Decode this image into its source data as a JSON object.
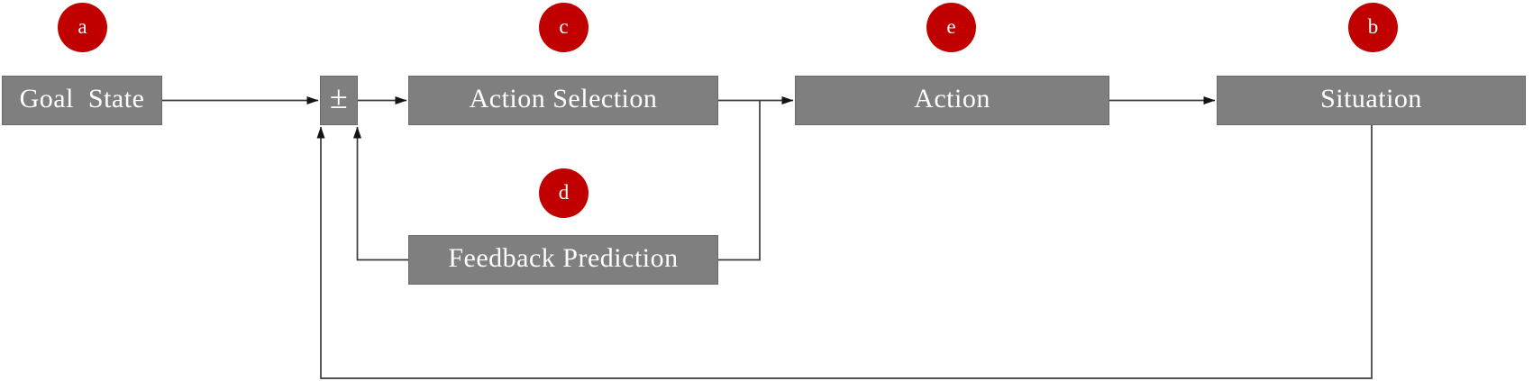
{
  "figure": {
    "type": "flowchart",
    "background_color": "#ffffff",
    "node_fill_color": "#7f7f7f",
    "node_border_color": "#6a6a6a",
    "node_text_color": "#ffffff",
    "marker_fill_color": "#c00000",
    "marker_text_color": "#ffffff",
    "connector_color": "#3c3c3c",
    "arrowhead_color": "#141414",
    "nodes": [
      {
        "id": "goal-state",
        "label": "Goal  State"
      },
      {
        "id": "comparator",
        "label": "±"
      },
      {
        "id": "action-selection",
        "label": "Action Selection"
      },
      {
        "id": "action",
        "label": "Action"
      },
      {
        "id": "situation",
        "label": "Situation"
      },
      {
        "id": "feedback-prediction",
        "label": "Feedback Prediction"
      }
    ],
    "markers": [
      {
        "letter": "a",
        "marks": "goal-state"
      },
      {
        "letter": "c",
        "marks": "action-selection"
      },
      {
        "letter": "e",
        "marks": "action"
      },
      {
        "letter": "b",
        "marks": "situation"
      },
      {
        "letter": "d",
        "marks": "feedback-prediction"
      }
    ],
    "edges": [
      {
        "from": "goal-state",
        "to": "comparator",
        "arrowhead": true
      },
      {
        "from": "comparator",
        "to": "action-selection",
        "arrowhead": true
      },
      {
        "from": "action-selection",
        "to": "action",
        "arrowhead": true
      },
      {
        "from": "action-selection",
        "to": "feedback-prediction",
        "arrowhead": false
      },
      {
        "from": "feedback-prediction",
        "to": "comparator",
        "arrowhead": true
      },
      {
        "from": "action",
        "to": "situation",
        "arrowhead": true
      },
      {
        "from": "situation",
        "to": "comparator",
        "arrowhead": true
      }
    ]
  }
}
